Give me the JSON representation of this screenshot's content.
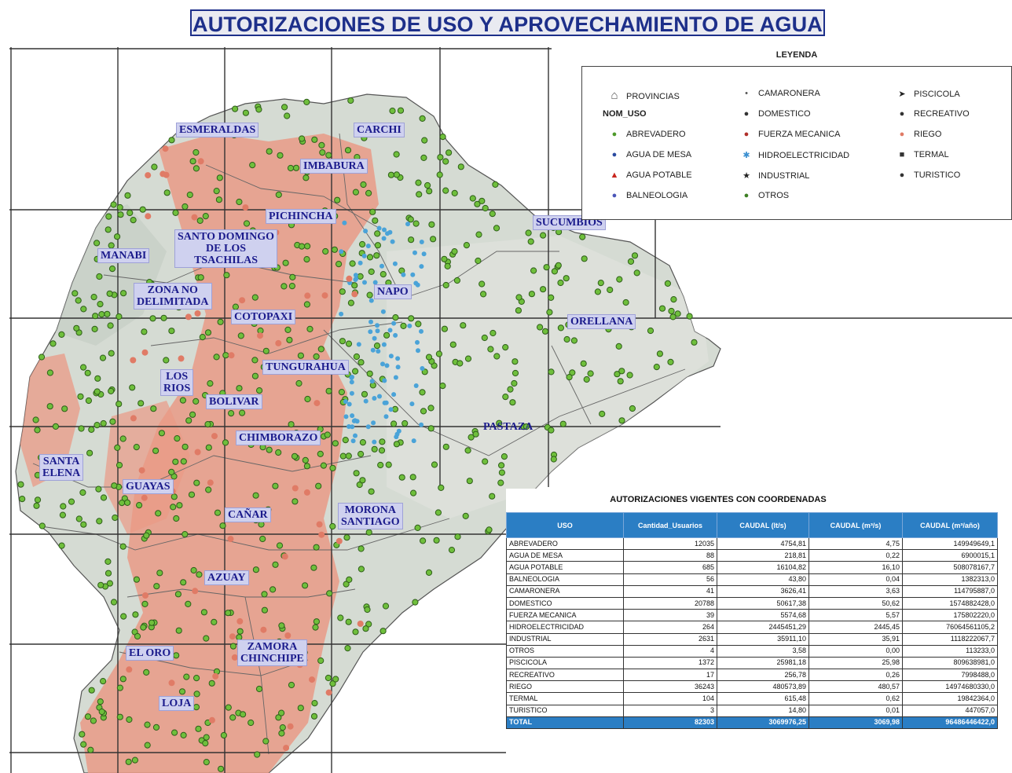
{
  "title": "AUTORIZACIONES DE USO Y APROVECHAMIENTO DE AGUA",
  "map": {
    "provinces": [
      {
        "name": "ESMERALDAS"
      },
      {
        "name": "CARCHI"
      },
      {
        "name": "IMBABURA"
      },
      {
        "name": "SUCUMBIOS"
      },
      {
        "name": "PICHINCHA"
      },
      {
        "name": "SANTO DOMINGO\nDE LOS\nTSACHILAS"
      },
      {
        "name": "MANABI"
      },
      {
        "name": "ZONA NO\nDELIMITADA"
      },
      {
        "name": "NAPO"
      },
      {
        "name": "COTOPAXI"
      },
      {
        "name": "ORELLANA"
      },
      {
        "name": "TUNGURAHUA"
      },
      {
        "name": "LOS\nRIOS"
      },
      {
        "name": "BOLIVAR"
      },
      {
        "name": "PASTAZA"
      },
      {
        "name": "CHIMBORAZO"
      },
      {
        "name": "SANTA\nELENA"
      },
      {
        "name": "GUAYAS"
      },
      {
        "name": "CAÑAR"
      },
      {
        "name": "MORONA\nSANTIAGO"
      },
      {
        "name": "AZUAY"
      },
      {
        "name": "EL ORO"
      },
      {
        "name": "ZAMORA\nCHINCHIPE"
      },
      {
        "name": "LOJA"
      }
    ],
    "colors": {
      "land": "#d5dbd3",
      "riego": "#e99a86",
      "abrevadero": "#4e9a2a",
      "hidro": "#4aa3d8",
      "grid": "#333333"
    }
  },
  "legend": {
    "title": "LEYENDA",
    "provincias_label": "PROVINCIAS",
    "group_label": "NOM_USO",
    "items": [
      {
        "label": "ABREVADERO",
        "icon": "green-circle-icon",
        "symbol": "●",
        "color": "#4e9a2a"
      },
      {
        "label": "AGUA DE MESA",
        "icon": "blue-dot-icon",
        "symbol": "●",
        "color": "#2a4aa0"
      },
      {
        "label": "AGUA POTABLE",
        "icon": "red-triangle-icon",
        "symbol": "▲",
        "color": "#c8261e"
      },
      {
        "label": "BALNEOLOGIA",
        "icon": "purple-dot-icon",
        "symbol": "●",
        "color": "#4a55b8"
      },
      {
        "label": "CAMARONERA",
        "icon": "small-dot-icon",
        "symbol": "•",
        "color": "#555555"
      },
      {
        "label": "DOMESTICO",
        "icon": "dark-dot-icon",
        "symbol": "●",
        "color": "#333333"
      },
      {
        "label": "FUERZA MECANICA",
        "icon": "red-dot-icon",
        "symbol": "●",
        "color": "#b0302a"
      },
      {
        "label": "HIDROELECTRICIDAD",
        "icon": "blue-star-icon",
        "symbol": "✱",
        "color": "#3a8fd0"
      },
      {
        "label": "INDUSTRIAL",
        "icon": "star-icon",
        "symbol": "★",
        "color": "#222222"
      },
      {
        "label": "OTROS",
        "icon": "green-dot-icon",
        "symbol": "●",
        "color": "#3d7f23"
      },
      {
        "label": "PISCICOLA",
        "icon": "arrow-icon",
        "symbol": "➤",
        "color": "#222222"
      },
      {
        "label": "RECREATIVO",
        "icon": "dark-dot-icon",
        "symbol": "●",
        "color": "#333333"
      },
      {
        "label": "RIEGO",
        "icon": "salmon-circle-icon",
        "symbol": "●",
        "color": "#e07b66"
      },
      {
        "label": "TERMAL",
        "icon": "square-icon",
        "symbol": "■",
        "color": "#333333"
      },
      {
        "label": "TURISTICO",
        "icon": "dark-dot-icon",
        "symbol": "●",
        "color": "#333333"
      }
    ]
  },
  "table": {
    "title": "AUTORIZACIONES VIGENTES CON COORDENADAS",
    "headers": [
      "USO",
      "Cantidad_Usuarios",
      "CAUDAL (lt/s)",
      "CAUDAL (m³/s)",
      "CAUDAL (m³/año)"
    ],
    "rows": [
      [
        "ABREVADERO",
        "12035",
        "4754,81",
        "4,75",
        "149949649,1"
      ],
      [
        "AGUA DE MESA",
        "88",
        "218,81",
        "0,22",
        "6900015,1"
      ],
      [
        "AGUA POTABLE",
        "685",
        "16104,82",
        "16,10",
        "508078167,7"
      ],
      [
        "BALNEOLOGIA",
        "56",
        "43,80",
        "0,04",
        "1382313,0"
      ],
      [
        "CAMARONERA",
        "41",
        "3626,41",
        "3,63",
        "114795887,0"
      ],
      [
        "DOMESTICO",
        "20788",
        "50617,38",
        "50,62",
        "1574882428,0"
      ],
      [
        "FUERZA MECANICA",
        "39",
        "5574,68",
        "5,57",
        "175802220,0"
      ],
      [
        "HIDROELECTRICIDAD",
        "264",
        "2445451,29",
        "2445,45",
        "76064561105,2"
      ],
      [
        "INDUSTRIAL",
        "2631",
        "35911,10",
        "35,91",
        "1118222067,7"
      ],
      [
        "OTROS",
        "4",
        "3,58",
        "0,00",
        "113233,0"
      ],
      [
        "PISCICOLA",
        "1372",
        "25981,18",
        "25,98",
        "809638981,0"
      ],
      [
        "RECREATIVO",
        "17",
        "256,78",
        "0,26",
        "7998488,0"
      ],
      [
        "RIEGO",
        "36243",
        "480573,89",
        "480,57",
        "14974680330,0"
      ],
      [
        "TERMAL",
        "104",
        "615,48",
        "0,62",
        "19842364,0"
      ],
      [
        "TURISTICO",
        "3",
        "14,80",
        "0,01",
        "447057,0"
      ],
      [
        "TOTAL",
        "82303",
        "3069976,25",
        "3069,98",
        "96486446422,0"
      ]
    ]
  }
}
